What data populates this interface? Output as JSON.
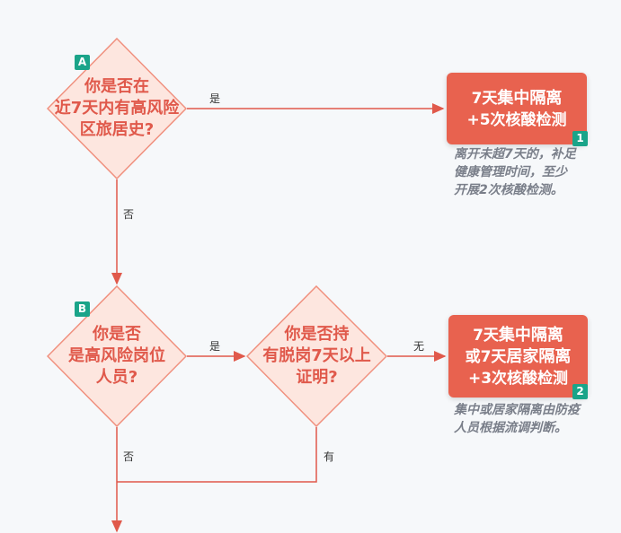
{
  "diagram": {
    "decisions": [
      {
        "badge": "A",
        "text": "你是否在\n近7天内有高风险\n区旅居史?"
      },
      {
        "badge": "B",
        "text": "你是否\n是高风险岗位\n人员?"
      },
      {
        "text": "你是否持\n有脱岗7天以上\n证明?"
      }
    ],
    "results": [
      {
        "badge": "1",
        "line1_prefix": "7天",
        "line1_bold": "集中隔离",
        "line2": "+5次核酸检测",
        "note": "离开未超7天的，补足\n健康管理时间，至少\n开展2次核酸检测。"
      },
      {
        "badge": "2",
        "line1_prefix": "7天",
        "line1_bold": "集中隔离",
        "line2_prefix": "或7天",
        "line2_bold": "居家隔离",
        "line3": "+3次核酸检测",
        "note": "集中或居家隔离由防疫\n人员根据流调判断。"
      }
    ],
    "edge_labels": {
      "a_yes": "是",
      "a_no": "否",
      "b_yes": "是",
      "b_no": "否",
      "c_no": "无",
      "c_yes": "有"
    },
    "colors": {
      "accent": "#e8624f",
      "badge": "#1aa489",
      "note": "#7a7f8a"
    }
  }
}
